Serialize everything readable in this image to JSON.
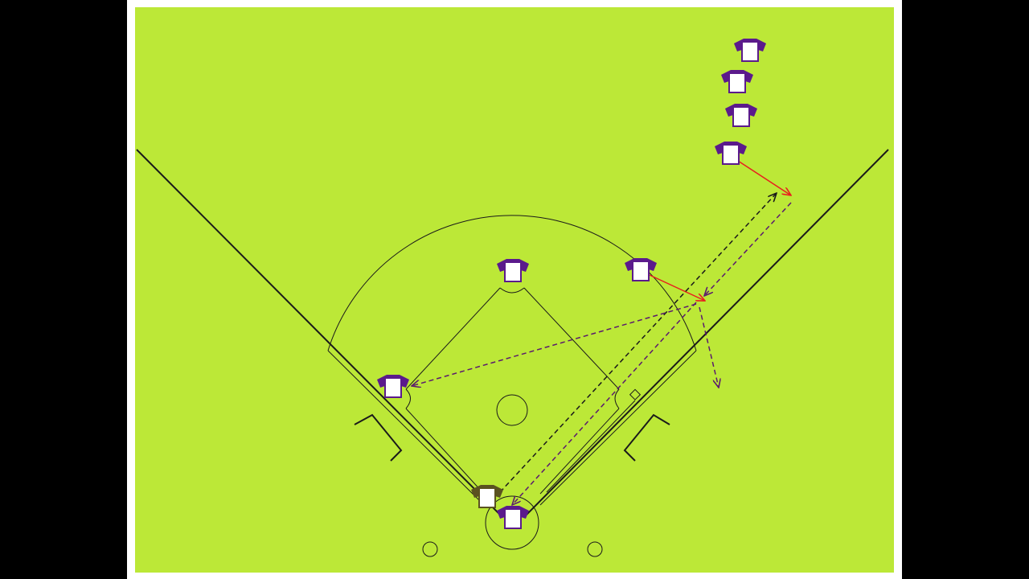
{
  "colors": {
    "letterbox": "#000000",
    "frame": "#ffffff",
    "field": "#bce837",
    "field_lines": "#1a1a1a",
    "player_jersey_dark": "#5b1a8c",
    "player_jersey_alt": "#5a5220",
    "jersey_body": "#ffffff",
    "run_arrow": "#e81e1e",
    "throw_arrow_dark": "#1a1a1a",
    "throw_arrow_purple": "#5b1a6e"
  },
  "icons": {
    "player": "jersey-icon"
  },
  "diagram": {
    "players": [
      {
        "id": "outfielder-1",
        "role": "outfielder",
        "style": "dark"
      },
      {
        "id": "outfielder-2",
        "role": "outfielder",
        "style": "dark"
      },
      {
        "id": "outfielder-3",
        "role": "outfielder",
        "style": "dark"
      },
      {
        "id": "outfielder-4",
        "role": "outfielder",
        "style": "dark"
      },
      {
        "id": "second-base",
        "role": "infielder",
        "style": "dark"
      },
      {
        "id": "first-base",
        "role": "infielder",
        "style": "dark"
      },
      {
        "id": "third-base",
        "role": "infielder",
        "style": "dark"
      },
      {
        "id": "catcher",
        "role": "catcher",
        "style": "alt"
      },
      {
        "id": "batter",
        "role": "batter",
        "style": "dark"
      }
    ],
    "arrows": [
      {
        "id": "run-outfielder",
        "kind": "run",
        "style": "solid",
        "color": "red"
      },
      {
        "id": "run-first-base",
        "kind": "run",
        "style": "solid",
        "color": "red"
      },
      {
        "id": "throw-home-to-right",
        "kind": "throw",
        "style": "dashed",
        "color": "dark"
      },
      {
        "id": "throw-right-to-first",
        "kind": "throw",
        "style": "dashed",
        "color": "purple"
      },
      {
        "id": "throw-first-to-home",
        "kind": "throw",
        "style": "dashed",
        "color": "purple"
      },
      {
        "id": "throw-first-to-third",
        "kind": "throw",
        "style": "dashed",
        "color": "purple"
      },
      {
        "id": "move-first-to-foul",
        "kind": "move",
        "style": "dashed",
        "color": "purple"
      }
    ]
  }
}
